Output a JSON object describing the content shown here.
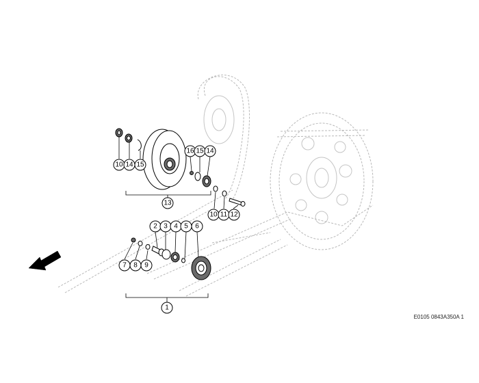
{
  "drawing_id": "E0105 0843A350A 1",
  "callouts": [
    "1",
    "2",
    "3",
    "4",
    "5",
    "6",
    "7",
    "8",
    "9",
    "10",
    "11",
    "12",
    "13",
    "14",
    "15",
    "16"
  ],
  "callout_text": {
    "c1": "1",
    "c2": "2",
    "c3": "3",
    "c4": "4",
    "c5": "5",
    "c6": "6",
    "c7": "7",
    "c8": "8",
    "c9": "9",
    "c10a": "10",
    "c14a": "14",
    "c15a": "15",
    "c16": "16",
    "c15b": "15",
    "c14b": "14",
    "c10b": "10",
    "c11": "11",
    "c12": "12",
    "c13": "13"
  },
  "icons": [
    "direction-arrow-icon"
  ],
  "colors": {
    "line": "#000000",
    "ghost": "#b8b8b8",
    "background": "#ffffff"
  }
}
